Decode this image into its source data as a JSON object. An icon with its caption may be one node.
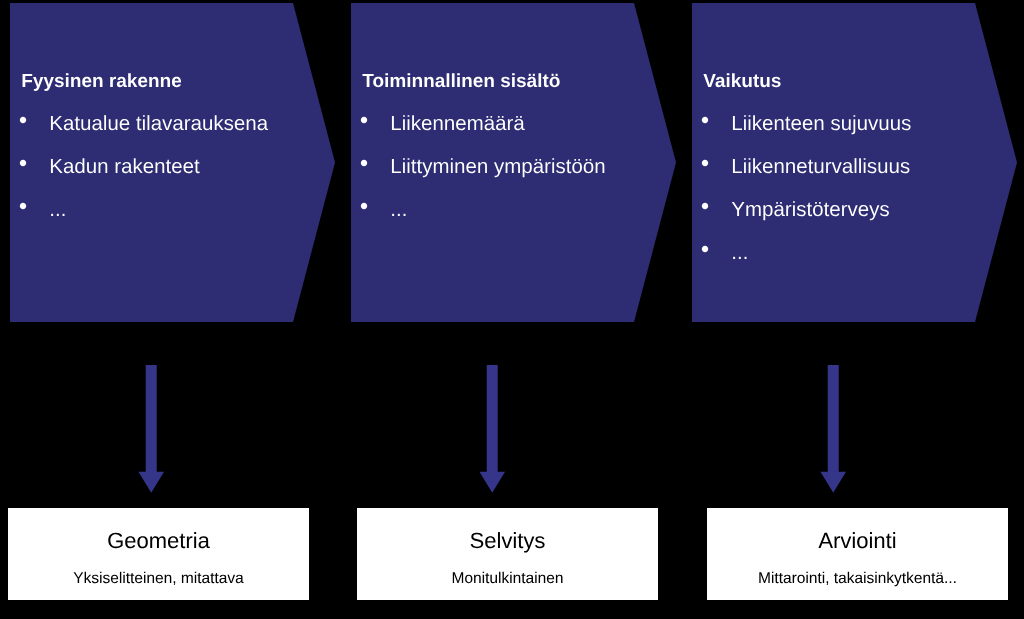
{
  "diagram": {
    "nodes": [
      {
        "text": [
          "Fyysinen rakenne",
          "Katualue tilavarauksena",
          "Kadun rakenteet",
          "..."
        ]
      },
      {
        "text": [
          "Toiminnallinen sisältö",
          "Liikennemäärä",
          "Liittyminen ympäristöön",
          "..."
        ]
      },
      {
        "text": [
          "Vaikutus",
          "Liikenteen sujuvuus",
          "Liikenneturvallisuus",
          "Ympäristöterveys",
          "..."
        ]
      },
      {
        "text": [
          "Geometria",
          "Yksiselitteinen, mitattava"
        ]
      },
      {
        "text": [
          "Selvitys",
          "Monitulkintainen"
        ]
      },
      {
        "text": [
          "Arviointi",
          "Mittarointi, takaisinkytkentä..."
        ]
      }
    ],
    "edges": [
      {
        "from": 0,
        "to": 3,
        "arrow": "to"
      },
      {
        "from": 1,
        "to": 4,
        "arrow": "to"
      },
      {
        "from": 2,
        "to": 5,
        "arrow": "to"
      }
    ]
  }
}
